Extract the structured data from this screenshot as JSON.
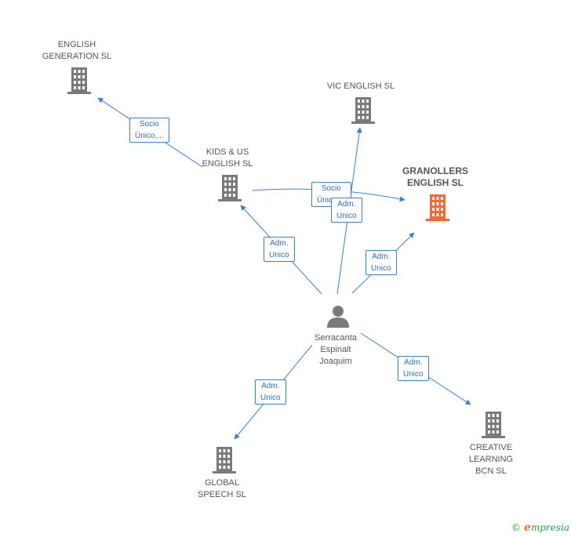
{
  "colors": {
    "edge": "#3a7fd6",
    "company_icon": "#7a7a7a",
    "focus_icon": "#f06a35",
    "person_icon": "#7a7a7a",
    "brand": "#2a9a4a"
  },
  "nodes": {
    "english_generation": {
      "line1": "ENGLISH",
      "line2": "GENERATION SL",
      "icon": "building-icon"
    },
    "vic_english": {
      "line1": "VIC ENGLISH SL",
      "line2": "",
      "icon": "building-icon"
    },
    "kids_us": {
      "line1": "KIDS & US",
      "line2": "ENGLISH SL",
      "icon": "building-icon"
    },
    "granollers": {
      "line1": "GRANOLLERS",
      "line2": "ENGLISH SL",
      "icon": "building-icon"
    },
    "person": {
      "line1": "Serracanta",
      "line2": "Espinalt",
      "line3": "Joaquim",
      "icon": "person-icon"
    },
    "global_speech": {
      "line1": "GLOBAL",
      "line2": "SPEECH SL",
      "icon": "building-icon"
    },
    "creative_learning": {
      "line1": "CREATIVE",
      "line2": "LEARNING",
      "line3": "BCN SL",
      "icon": "building-icon"
    }
  },
  "edge_labels": {
    "kids_to_generation": {
      "line1": "Socio",
      "line2": "Único,..."
    },
    "kids_to_granollers": {
      "line1": "Socio",
      "line2": "Único,..."
    },
    "person_to_kids": {
      "line1": "Adm.",
      "line2": "Unico"
    },
    "person_to_vic": {
      "line1": "Adm.",
      "line2": "Unico"
    },
    "person_to_granollers": {
      "line1": "Adm.",
      "line2": "Unico"
    },
    "person_to_creative": {
      "line1": "Adm.",
      "line2": "Unico"
    },
    "person_to_global": {
      "line1": "Adm.",
      "line2": "Unico"
    }
  },
  "footer": {
    "copyright": "©",
    "brand_initial": "e",
    "brand_rest": "mpresia"
  }
}
